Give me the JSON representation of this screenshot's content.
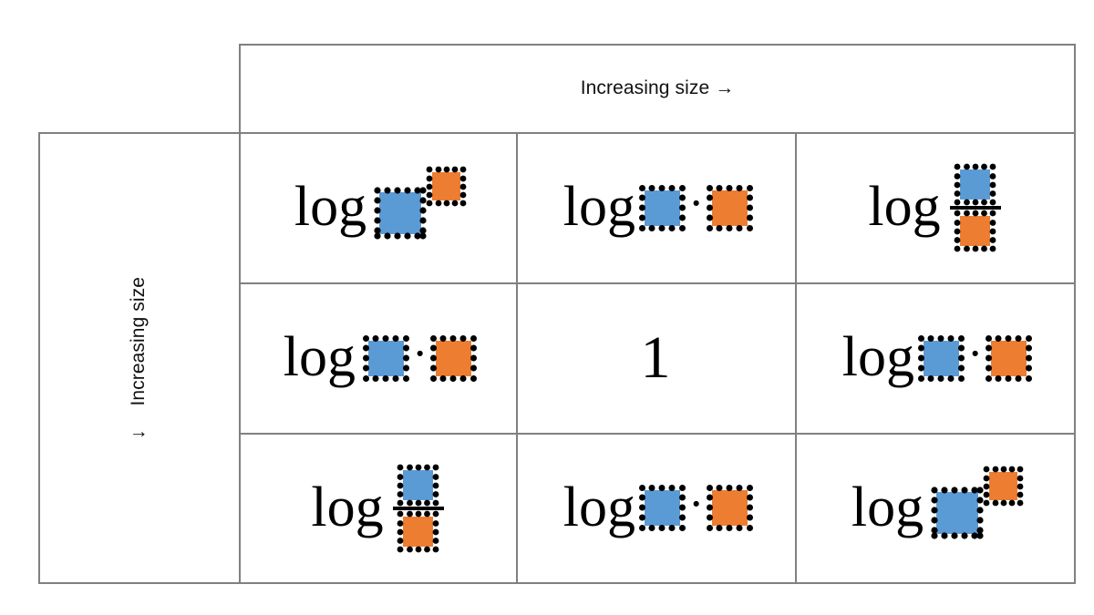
{
  "figure": {
    "type": "matrix-diagram",
    "title": "",
    "column_axis_label": "Increasing size →",
    "row_axis_label": "Increasing size",
    "row_axis_arrow": "↓",
    "colors": {
      "blue": "#5B9BD5",
      "orange": "#ED7D31",
      "grid_line": "#808080",
      "dots": "#000000",
      "background": "#FFFFFF"
    },
    "log_label": "log",
    "multiply_symbol": "·",
    "identity_value": "1",
    "grid": {
      "rows": 3,
      "cols": 3,
      "cells": [
        {
          "row": 0,
          "col": 0,
          "name": "cell-r1c1",
          "form": "power",
          "expression": "log(blue^orange)",
          "base_color": "blue",
          "base_size": 46,
          "exponent_color": "orange",
          "exponent_size": 31
        },
        {
          "row": 0,
          "col": 1,
          "name": "cell-r1c2",
          "form": "product",
          "expression": "log(blue · orange)",
          "left_color": "blue",
          "left_size": 39,
          "right_color": "orange",
          "right_size": 39
        },
        {
          "row": 0,
          "col": 2,
          "name": "cell-r1c3",
          "form": "fraction",
          "expression": "log(blue / orange)",
          "numerator_color": "blue",
          "numerator_size": 33,
          "denominator_color": "orange",
          "denominator_size": 33
        },
        {
          "row": 1,
          "col": 0,
          "name": "cell-r2c1",
          "form": "product",
          "expression": "log(blue · orange)",
          "left_color": "blue",
          "left_size": 39,
          "right_color": "orange",
          "right_size": 39
        },
        {
          "row": 1,
          "col": 1,
          "name": "cell-r2c2",
          "form": "identity",
          "expression": "1"
        },
        {
          "row": 1,
          "col": 2,
          "name": "cell-r2c3",
          "form": "product",
          "expression": "log(blue · orange)",
          "left_color": "blue",
          "left_size": 39,
          "right_color": "orange",
          "right_size": 39
        },
        {
          "row": 2,
          "col": 0,
          "name": "cell-r3c1",
          "form": "fraction",
          "expression": "log(blue / orange)",
          "numerator_color": "blue",
          "numerator_size": 33,
          "denominator_color": "orange",
          "denominator_size": 33
        },
        {
          "row": 2,
          "col": 1,
          "name": "cell-r3c2",
          "form": "product",
          "expression": "log(blue · orange)",
          "left_color": "blue",
          "left_size": 39,
          "right_color": "orange",
          "right_size": 39
        },
        {
          "row": 2,
          "col": 2,
          "name": "cell-r3c3",
          "form": "power",
          "expression": "log(blue^orange)",
          "base_color": "blue",
          "base_size": 46,
          "exponent_color": "orange",
          "exponent_size": 31
        }
      ]
    }
  }
}
